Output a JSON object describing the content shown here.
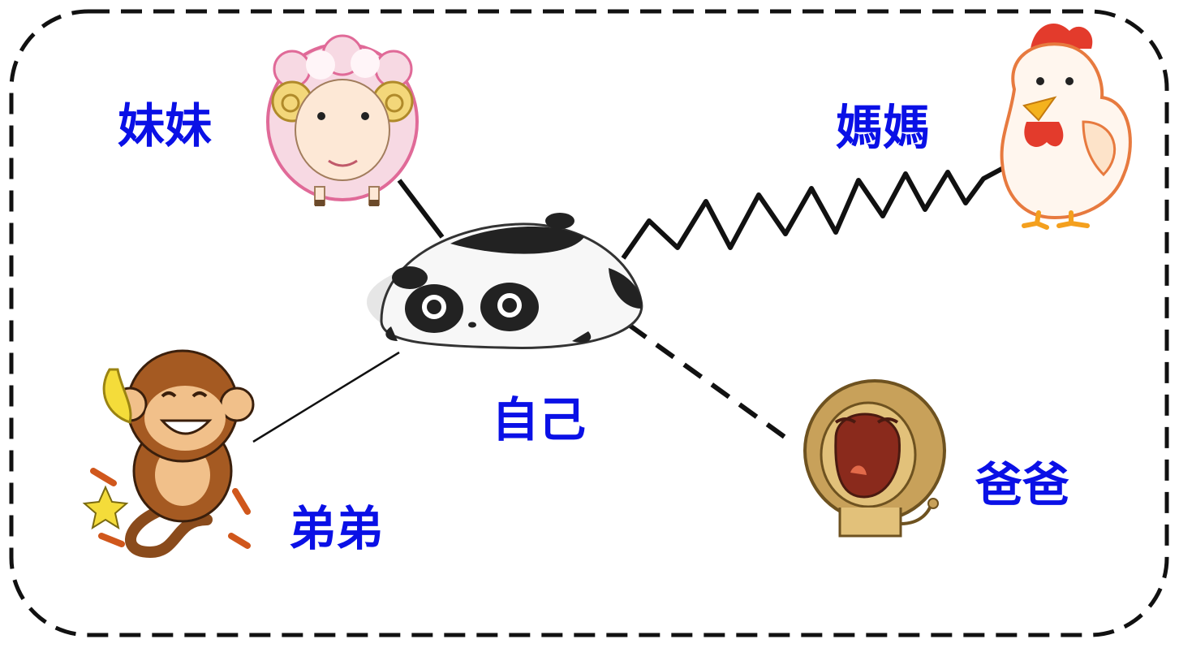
{
  "colors": {
    "label": "#0a10e6",
    "border": "#111111",
    "line": "#111111"
  },
  "nodes": {
    "self": {
      "label": "自己",
      "icon": "panda-icon"
    },
    "sister": {
      "label": "妹妹",
      "icon": "sheep-icon"
    },
    "mother": {
      "label": "媽媽",
      "icon": "rooster-icon"
    },
    "brother": {
      "label": "弟弟",
      "icon": "monkey-icon"
    },
    "father": {
      "label": "爸爸",
      "icon": "lion-icon"
    }
  },
  "edges": [
    {
      "from": "self",
      "to": "sister",
      "style": "thick-solid"
    },
    {
      "from": "self",
      "to": "mother",
      "style": "zigzag"
    },
    {
      "from": "self",
      "to": "brother",
      "style": "thin-solid"
    },
    {
      "from": "self",
      "to": "father",
      "style": "dashed"
    }
  ]
}
